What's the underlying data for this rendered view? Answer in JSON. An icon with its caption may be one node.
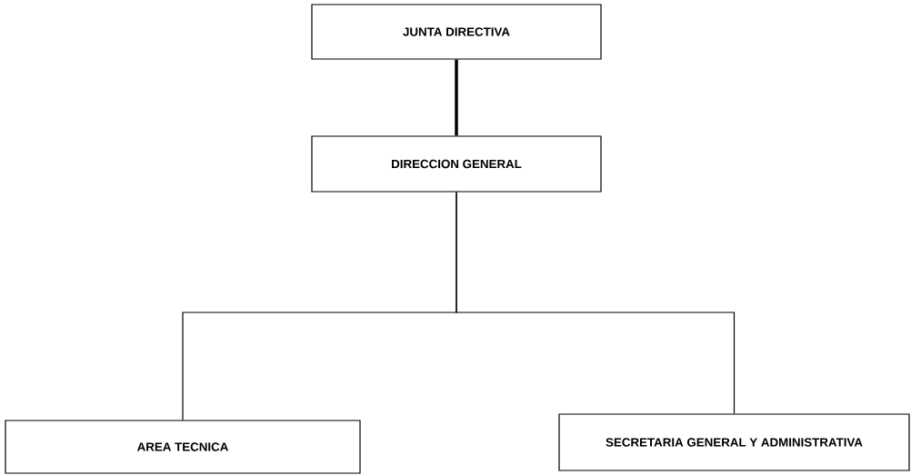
{
  "diagram": {
    "nodes": [
      {
        "text": [
          "JUNTA DIRECTIVA"
        ]
      },
      {
        "text": [
          "DIRECCION GENERAL"
        ]
      },
      {
        "text": [
          "AREA TECNICA"
        ]
      },
      {
        "text": [
          "SECRETARIA GENERAL Y ADMINISTRATIVA"
        ]
      }
    ],
    "edges": [
      {
        "from": 0,
        "to": 1,
        "arrow": "none",
        "style": "thick"
      },
      {
        "from": 1,
        "to": 2,
        "arrow": "none"
      },
      {
        "from": 1,
        "to": 3,
        "arrow": "none"
      }
    ]
  }
}
